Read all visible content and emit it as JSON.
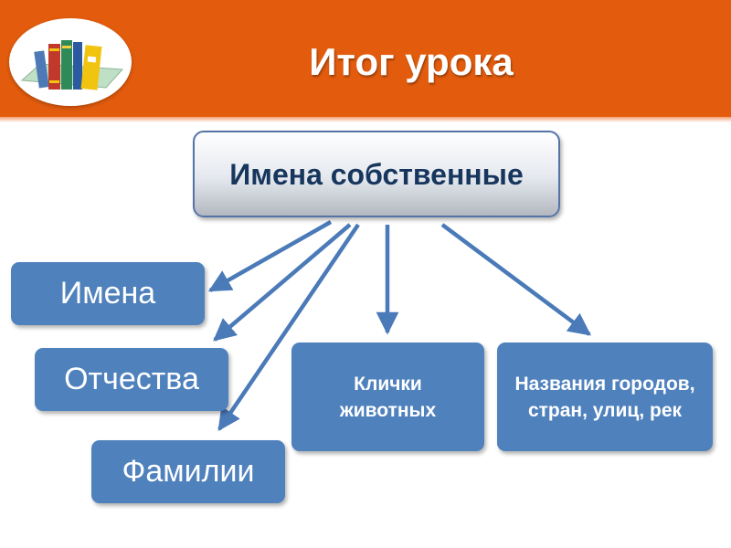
{
  "header": {
    "title": "Итог урока",
    "logo_icon": "books-icon",
    "background_color": "#e35c0d"
  },
  "diagram": {
    "root": {
      "label": "Имена собственные"
    },
    "branches": [
      {
        "id": "imena",
        "label": "Имена"
      },
      {
        "id": "otchestva",
        "label": "Отчества"
      },
      {
        "id": "familii",
        "label": "Фамилии"
      },
      {
        "id": "klichki",
        "label": "Клички животных"
      },
      {
        "id": "nazvaniya",
        "label": "Названия городов, стран, улиц, рек"
      }
    ],
    "node_color": "#4f81bd",
    "arrow_color": "#4a7ab8",
    "root_text_color": "#17365d"
  }
}
